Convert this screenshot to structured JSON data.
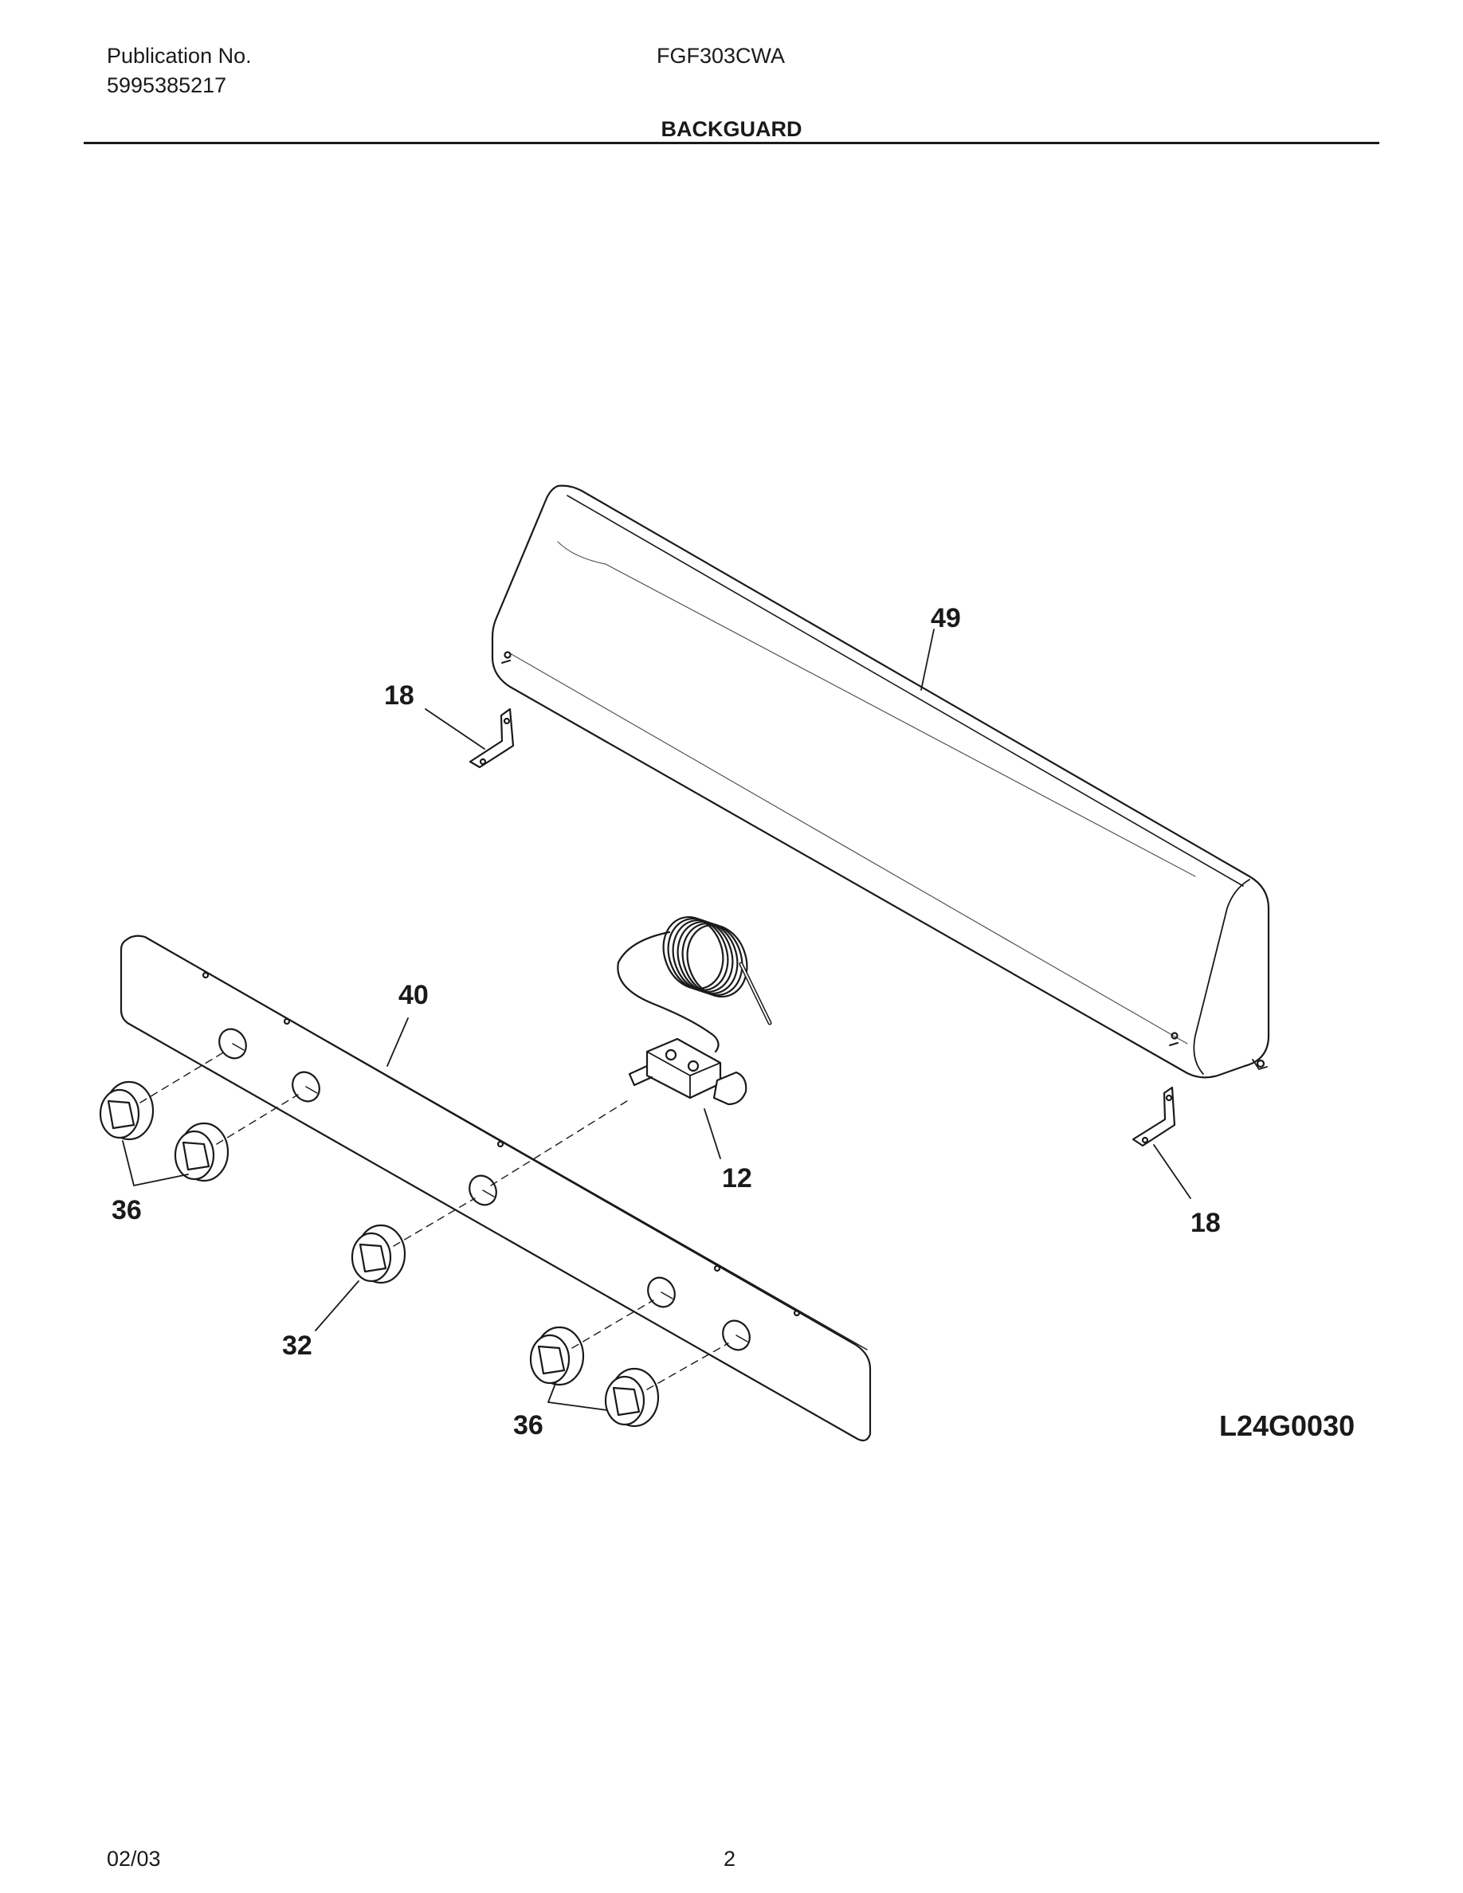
{
  "header": {
    "publication_label": "Publication No.",
    "publication_number": "5995385217",
    "model": "FGF303CWA",
    "section_title": "BACKGUARD"
  },
  "diagram": {
    "callouts": {
      "backguard": "49",
      "bracket_left": "18",
      "bracket_right": "18",
      "control_panel": "40",
      "thermostat": "12",
      "knobs_left": "36",
      "knob_oven": "32",
      "knobs_right": "36"
    },
    "figure_id": "L24G0030"
  },
  "footer": {
    "date": "02/03",
    "page": "2"
  }
}
